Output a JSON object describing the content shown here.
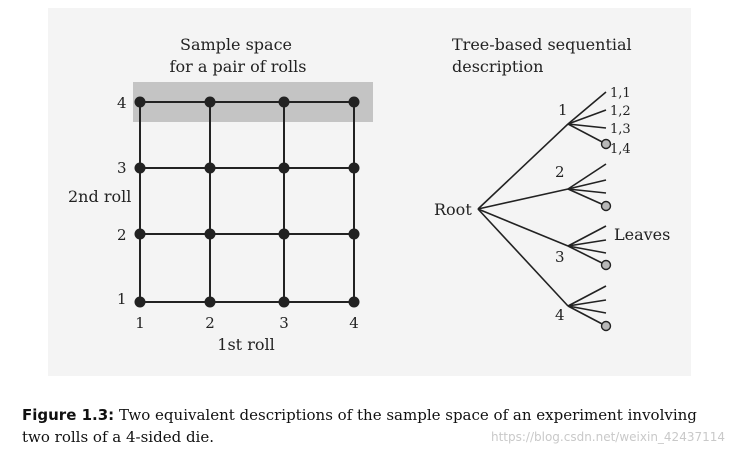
{
  "grid": {
    "title_line1": "Sample space",
    "title_line2": "for a pair of rolls",
    "x_label": "1st roll",
    "y_label": "2nd roll",
    "x_ticks": [
      "1",
      "2",
      "3",
      "4"
    ],
    "y_ticks": [
      "1",
      "2",
      "3",
      "4"
    ]
  },
  "tree": {
    "title_line1": "Tree-based sequential",
    "title_line2": "description",
    "root_label": "Root",
    "branch_labels": [
      "1",
      "2",
      "3",
      "4"
    ],
    "leaf_labels": [
      "1,1",
      "1,2",
      "1,3",
      "1,4"
    ],
    "leaves_label": "Leaves"
  },
  "caption": {
    "label": "Figure 1.3:",
    "text": " Two equivalent descriptions of the sample space of an experiment involving two rolls of a 4-sided die."
  },
  "watermark": "https://blog.csdn.net/weixin_42437114",
  "colors": {
    "panel": "#f4f4f4",
    "highlight": "#c4c4c4",
    "line": "#222222",
    "leaf_fill": "#b8b8b8"
  }
}
